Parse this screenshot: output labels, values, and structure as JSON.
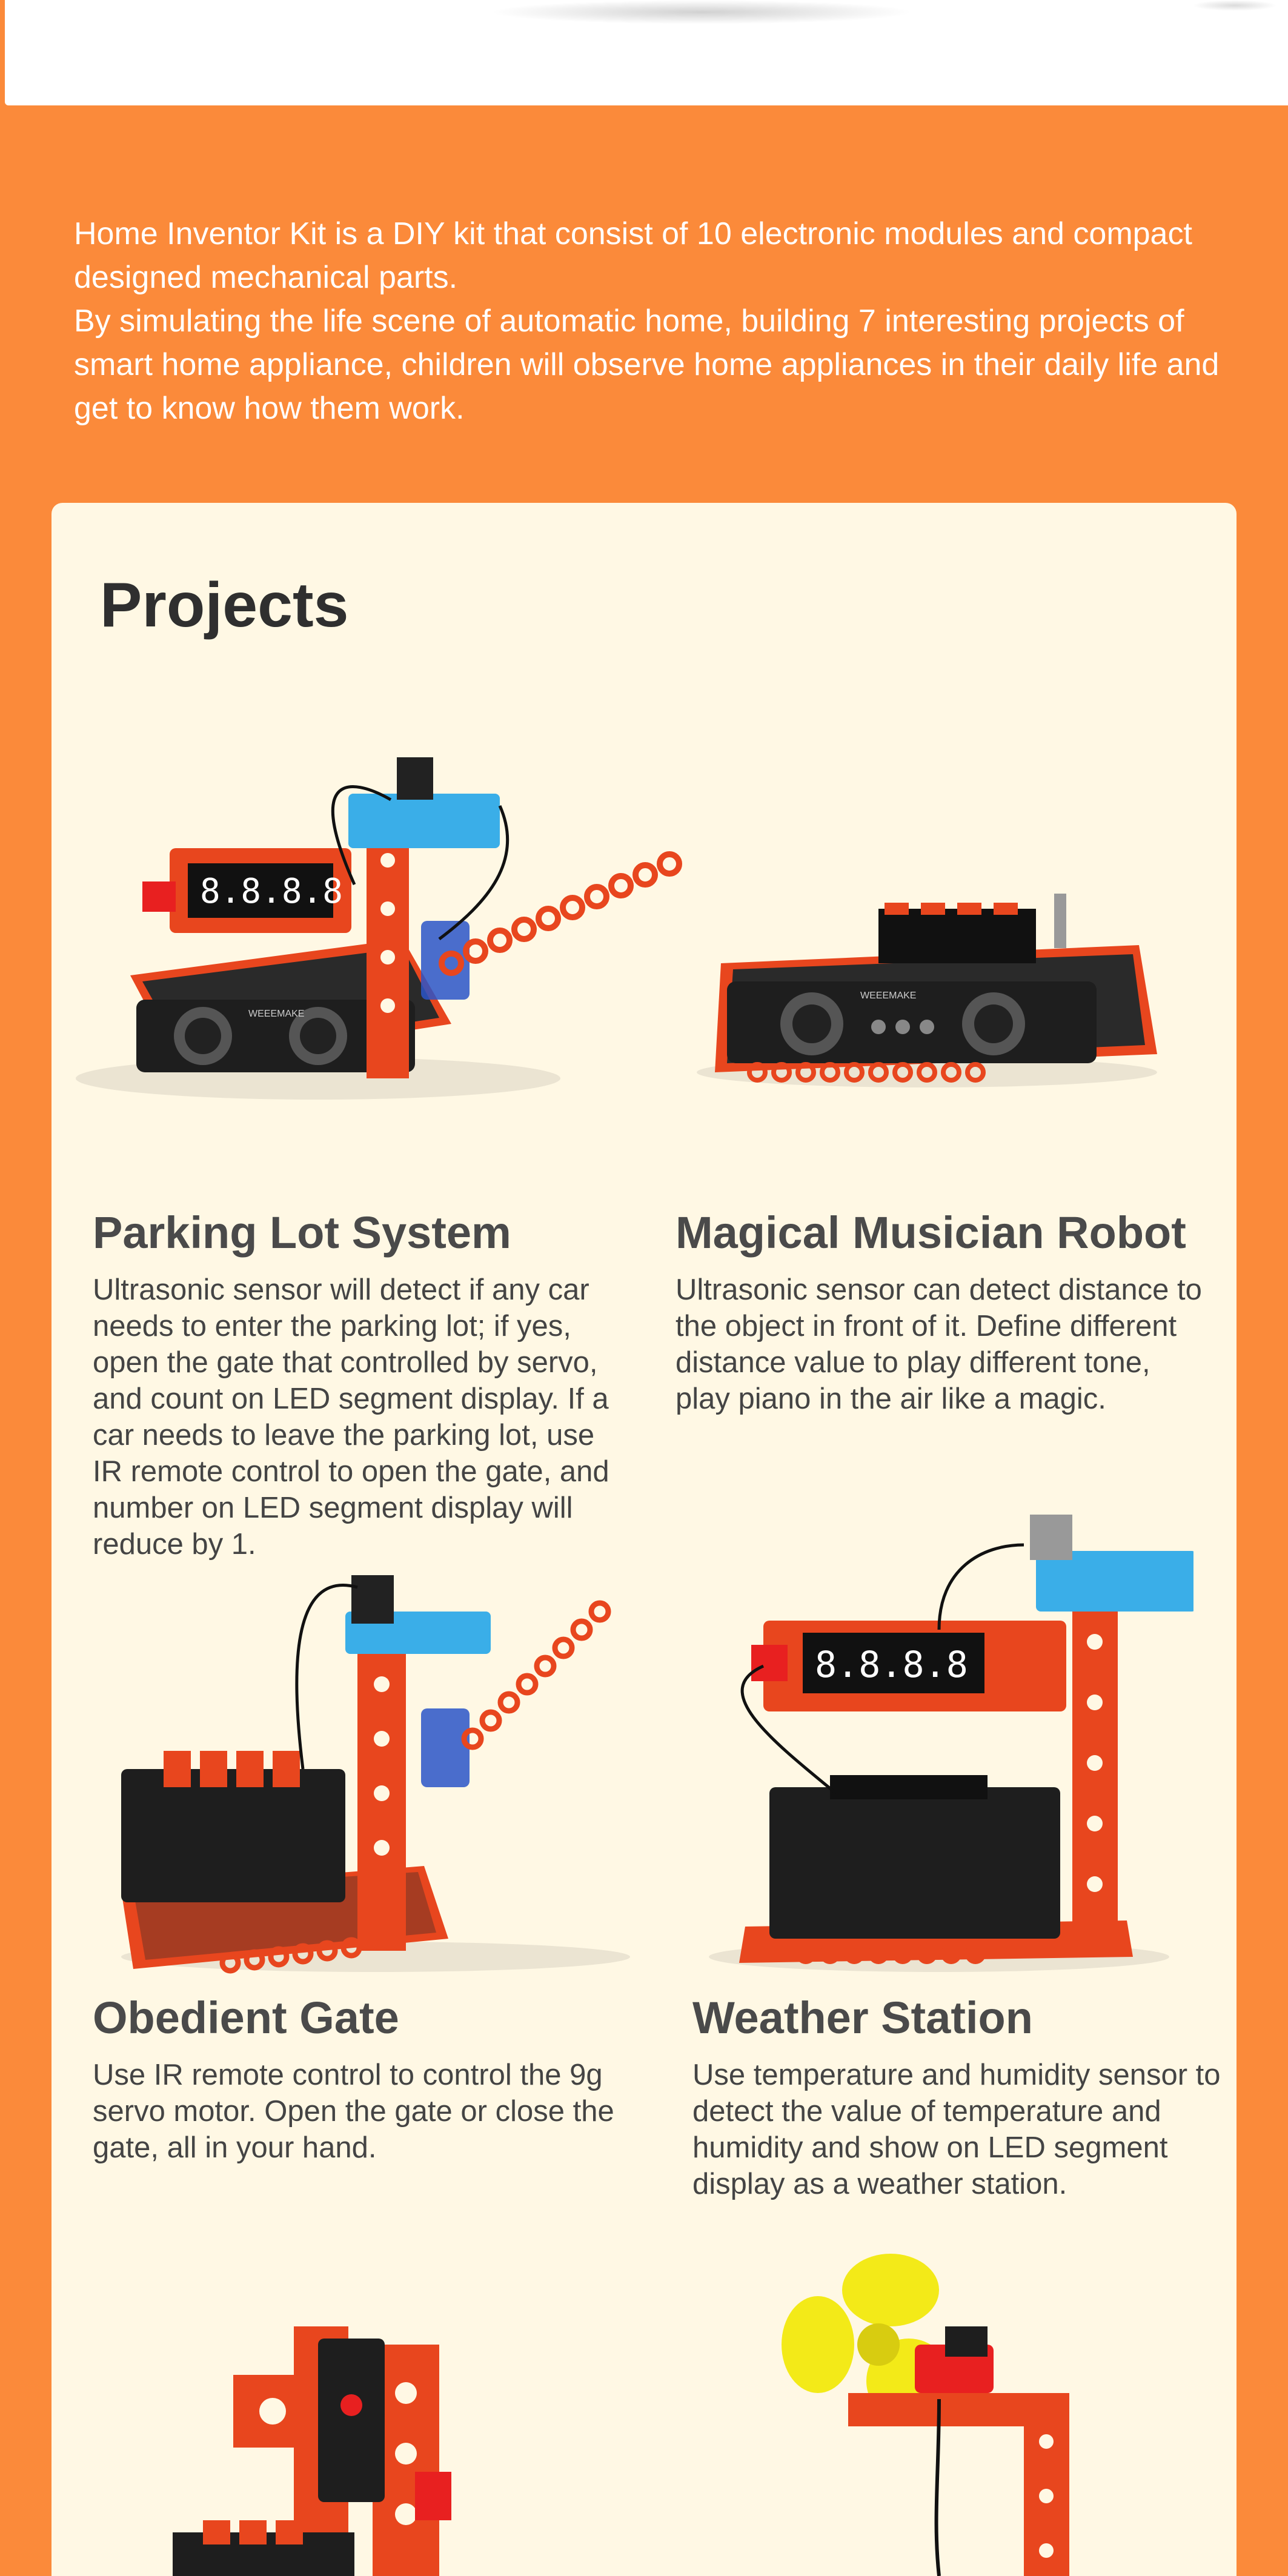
{
  "intro": {
    "line1": "Home Inventor Kit is a DIY kit that consist of 10 electronic modules and compact designed mechanical parts.",
    "line2": "By simulating the life scene of automatic home, building 7 interesting projects of smart home appliance, children will observe home appliances in their daily life and get to know how them work."
  },
  "projects_title": "Projects",
  "projects": [
    {
      "title": "Parking Lot System",
      "description": "Ultrasonic sensor will detect if any car needs to enter the parking lot; if yes, open the gate that controlled by servo, and count on LED segment display. If a car needs to leave the parking lot, use IR remote control to open the gate, and number on LED segment display will reduce by 1.",
      "display": "8.8.8.8",
      "brand": "WEEEMAKE"
    },
    {
      "title": "Magical Musician Robot",
      "description": " Ultrasonic sensor can detect distance to the object in front of it. Define different distance value to play different tone, play piano in the air like a magic.",
      "brand": "WEEEMAKE"
    },
    {
      "title": "Obedient Gate",
      "description": "Use IR remote control to control the 9g servo motor. Open the gate or close the gate, all in your hand."
    },
    {
      "title": "Weather Station",
      "description": "Use temperature and humidity sensor to detect the value of temperature and humidity and show on LED segment display as a weather station.",
      "display": "8.8.8.8"
    }
  ],
  "colors": {
    "background": "#fb8a3a",
    "panel": "#fff8e4",
    "accent_red": "#e8461e",
    "accent_blue": "#3aaee8",
    "dark": "#1e1e1e"
  }
}
